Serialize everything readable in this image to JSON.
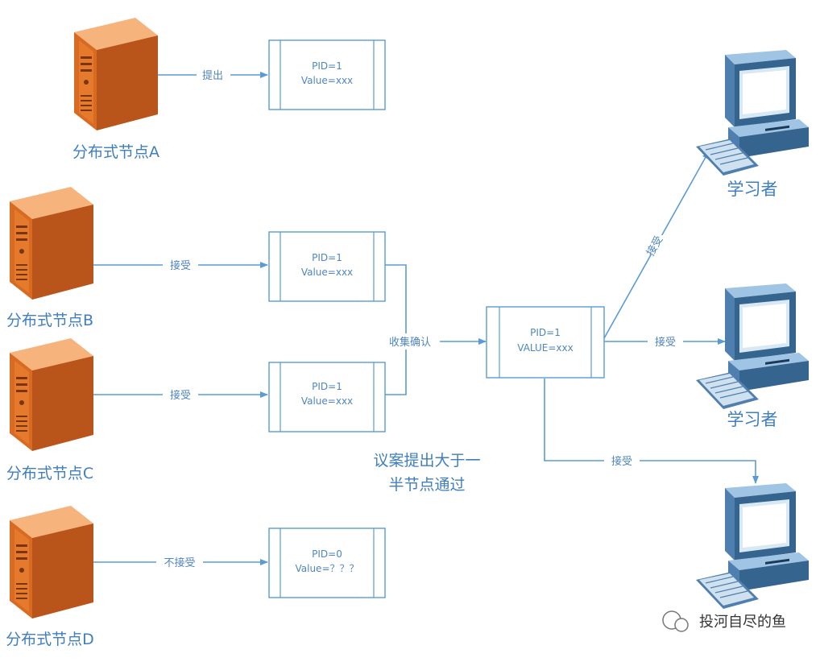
{
  "nodes": [
    {
      "label": "分布式节点A",
      "edge_label": "提出",
      "box_line1": "PID=1",
      "box_line2": "Value=xxx"
    },
    {
      "label": "分布式节点B",
      "edge_label": "接受",
      "box_line1": "PID=1",
      "box_line2": "Value=xxx"
    },
    {
      "label": "分布式节点C",
      "edge_label": "接受",
      "box_line1": "PID=1",
      "box_line2": "Value=xxx"
    },
    {
      "label": "分布式节点D",
      "edge_label": "不接受",
      "box_line1": "PID=0",
      "box_line2": "Value=？？？"
    }
  ],
  "collect_label": "收集确认",
  "result_box": {
    "line1": "PID=1",
    "line2": "VALUE=xxx"
  },
  "note": {
    "line1": "议案提出大于一",
    "line2": "半节点通过"
  },
  "learners": [
    {
      "label": "学习者",
      "edge_label": "接受"
    },
    {
      "label": "学习者",
      "edge_label": "接受"
    },
    {
      "label": "",
      "edge_label": "接受"
    }
  ],
  "watermark": "投河自尽的鱼",
  "colors": {
    "line": "#5b9bd5",
    "server_front": "#e57a2c",
    "server_side": "#b9551a",
    "server_top": "#f6b37c",
    "monitor_body": "#4f7fae",
    "text_blue": "#3f7fbf"
  }
}
